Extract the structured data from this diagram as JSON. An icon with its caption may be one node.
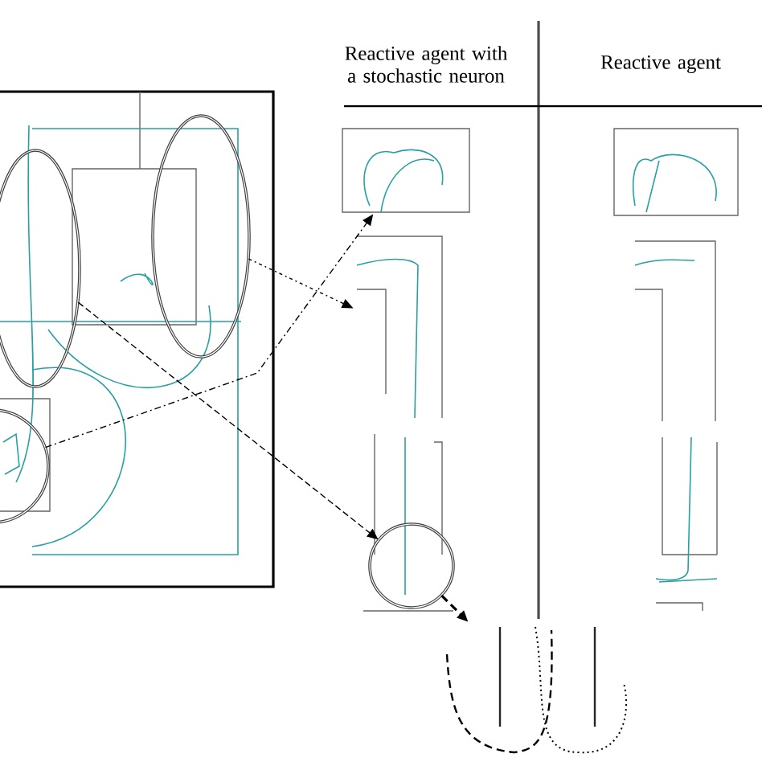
{
  "diagram": {
    "nodes": [
      {
        "text": [],
        "shape": "ellipse"
      },
      {
        "text": [],
        "shape": "ellipse"
      },
      {
        "text": [],
        "shape": "circle"
      },
      {
        "text": [],
        "shape": "picture"
      },
      {
        "text": [],
        "shape": "picture"
      },
      {
        "text": [],
        "shape": "circle"
      },
      {
        "text": [],
        "shape": "picture"
      }
    ],
    "edges": [
      {
        "from": 2,
        "to": 3,
        "arrow": "to",
        "style": "dashed"
      },
      {
        "from": 1,
        "to": 4,
        "arrow": "to",
        "style": "dashed"
      },
      {
        "from": 0,
        "to": 5,
        "arrow": "to",
        "style": "dashed"
      },
      {
        "from": 5,
        "to": 6,
        "arrow": "to",
        "style": "dashed"
      }
    ],
    "labels": [
      "Reactive agent with a stochastic neuron",
      "Reactive agent"
    ]
  }
}
